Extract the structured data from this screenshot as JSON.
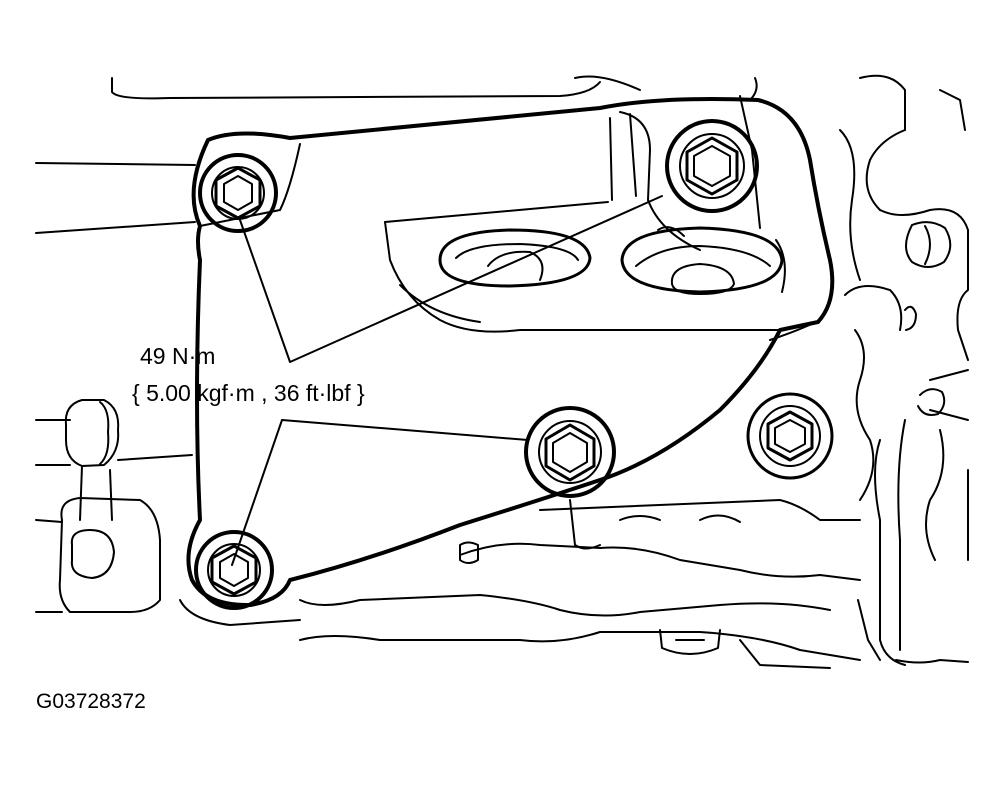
{
  "diagram": {
    "torque_spec": {
      "line1": "49 N·m",
      "line2": "{ 5.00 kgf·m , 36 ft·lbf }"
    },
    "figure_code": "G03728372"
  }
}
